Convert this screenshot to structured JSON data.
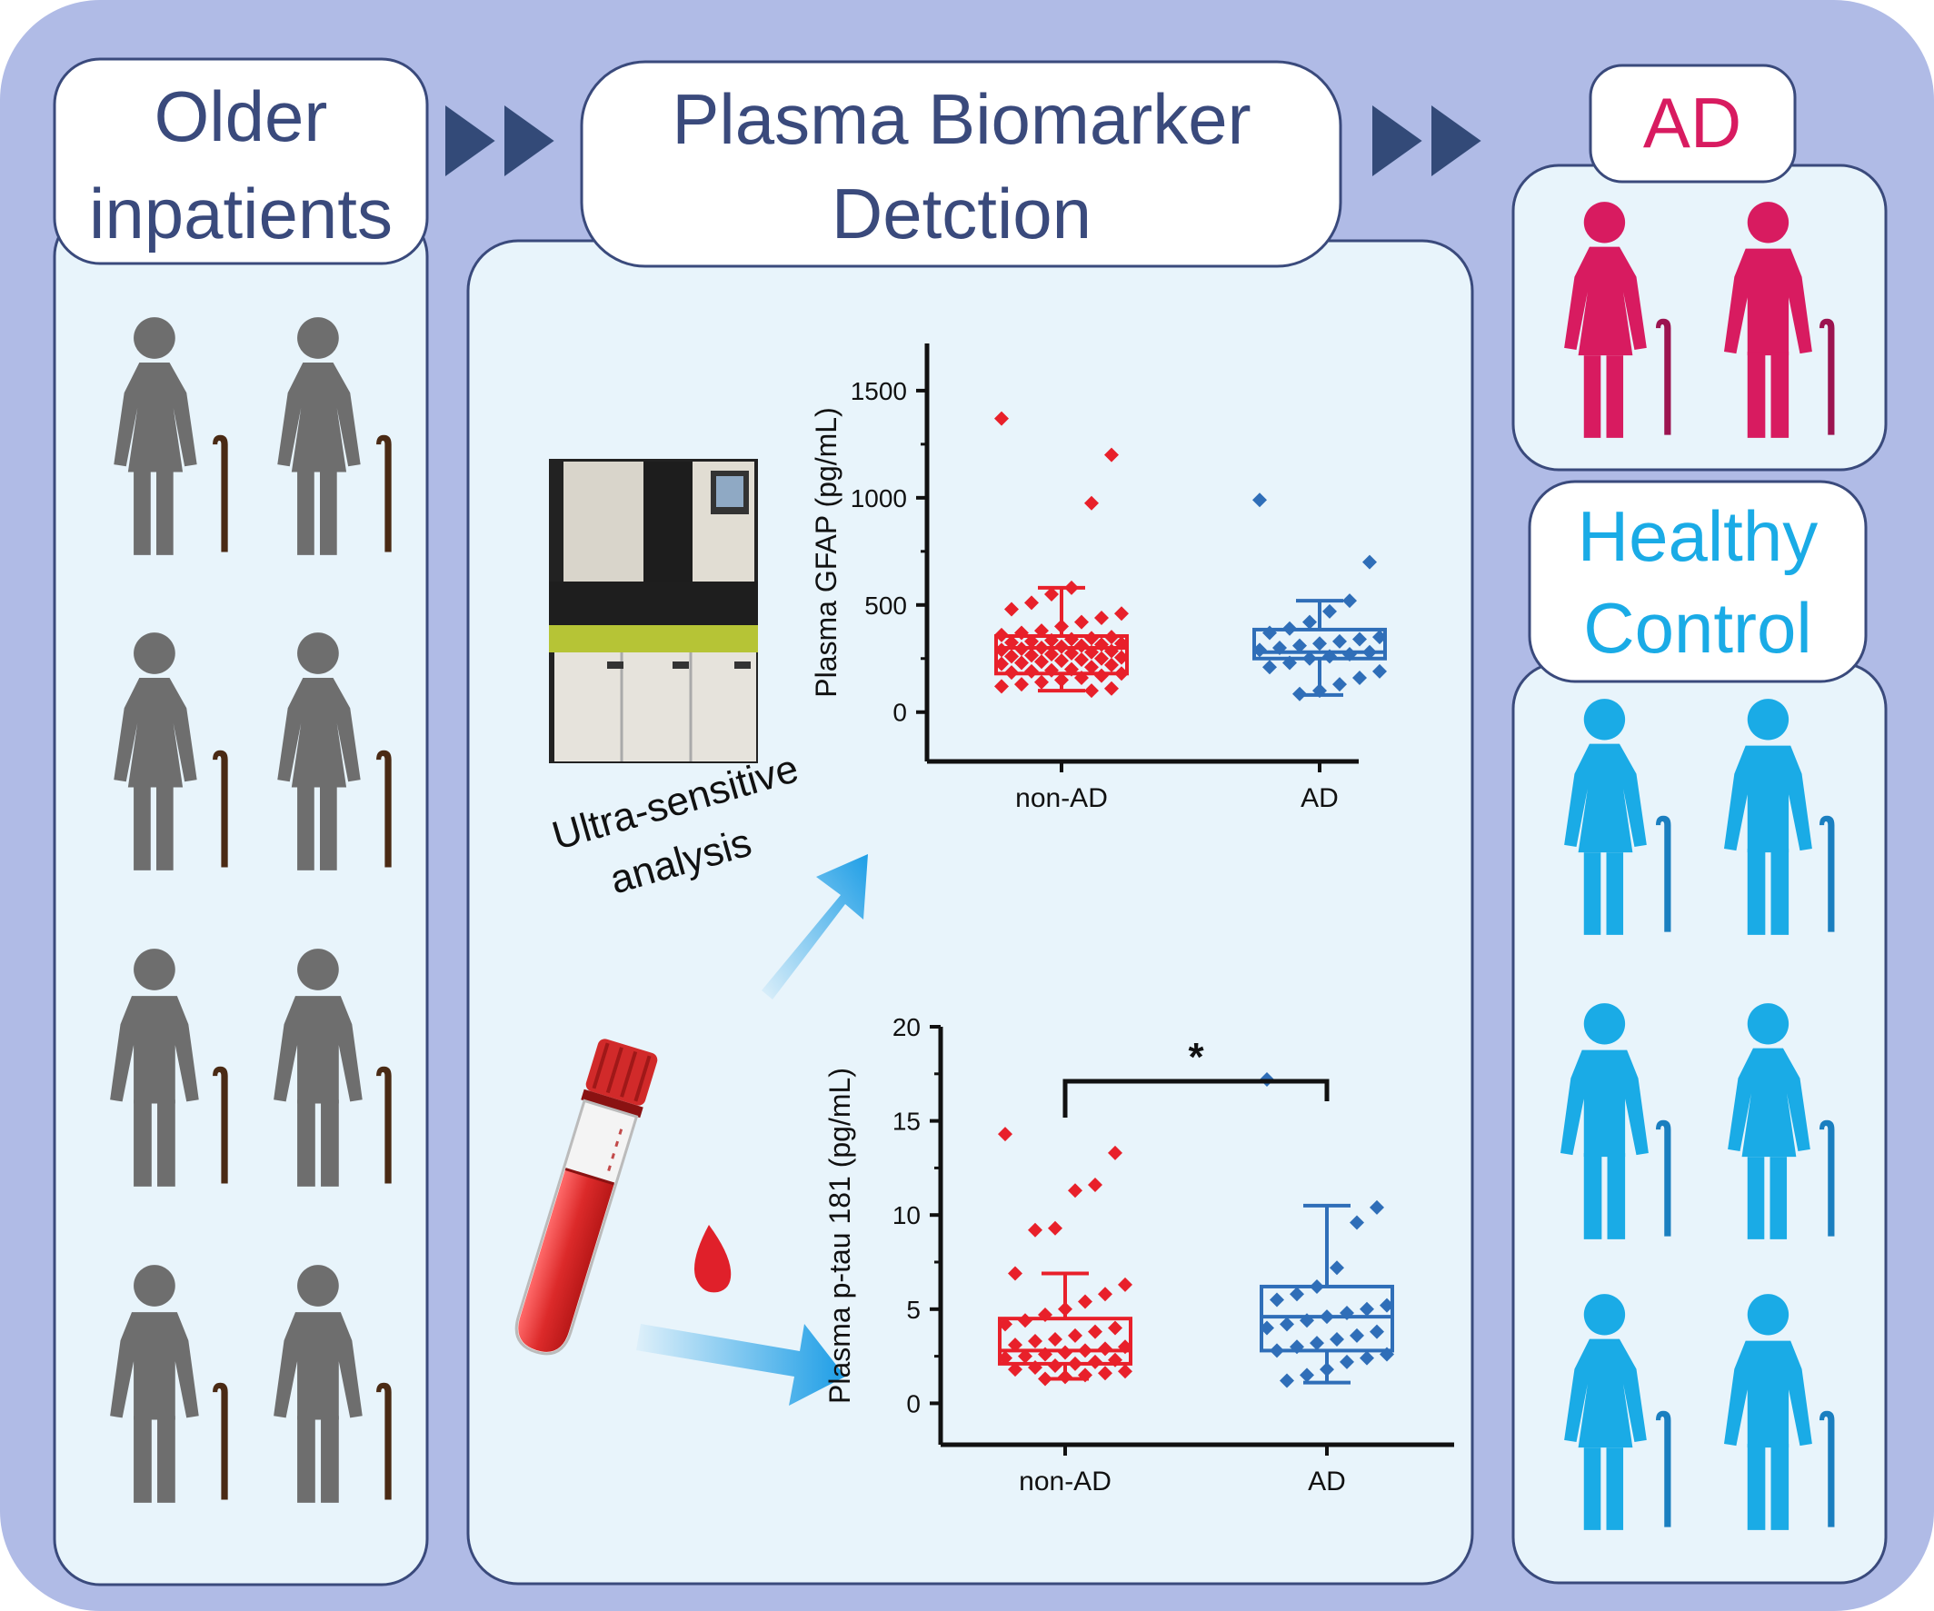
{
  "colors": {
    "outer_bg": "#b0bbe6",
    "panel_bg": "#e8f4fb",
    "title_text": "#3a4a7c",
    "chevron": "#334a78",
    "person_gray": "#6e6e6e",
    "cane_brown": "#4a2a14",
    "ad_pink": "#d81b60",
    "ad_cane": "#9c1450",
    "healthy_blue": "#1aabe6",
    "healthy_cane": "#1a7fc0",
    "nonad_red": "#e8202a",
    "ad_blue": "#2f6eb8",
    "tube_red": "#dc2a2a"
  },
  "left": {
    "title_line1": "Older",
    "title_line2": "inpatients",
    "people_icon": "elderly-person-with-cane-icon"
  },
  "center": {
    "title_line1": "Plasma Biomarker",
    "title_line2": "Detction",
    "analyzer_icon": "analyzer-machine-icon",
    "tube_icon": "blood-tube-icon",
    "drop_icon": "blood-drop-icon",
    "analysis_line1": "Ultra-sensitive",
    "analysis_line2": "analysis"
  },
  "right": {
    "ad_title": "AD",
    "healthy_line1": "Healthy",
    "healthy_line2": "Control"
  },
  "chart_data": [
    {
      "type": "box",
      "ylabel": "Plasma GFAP (pg/mL)",
      "categories": [
        "non-AD",
        "AD"
      ],
      "yticks": [
        "0",
        "500",
        "1000",
        "1500"
      ],
      "ylim": [
        -230,
        1720
      ],
      "boxes": [
        {
          "name": "non-AD",
          "whisker_low": 100,
          "q1": 180,
          "median": 300,
          "q3": 355,
          "whisker_high": 580,
          "points": [
            1370,
            1200,
            975,
            580,
            550,
            510,
            480,
            460,
            440,
            420,
            400,
            380,
            370,
            360,
            350,
            345,
            340,
            335,
            330,
            325,
            320,
            315,
            310,
            305,
            300,
            295,
            290,
            285,
            280,
            275,
            270,
            265,
            260,
            255,
            250,
            245,
            240,
            235,
            230,
            225,
            220,
            210,
            200,
            195,
            190,
            185,
            180,
            170,
            160,
            150,
            140,
            130,
            120,
            110,
            100
          ]
        },
        {
          "name": "AD",
          "whisker_low": 80,
          "q1": 250,
          "median": 280,
          "q3": 385,
          "whisker_high": 520,
          "points": [
            990,
            700,
            520,
            470,
            420,
            390,
            370,
            350,
            340,
            330,
            320,
            310,
            300,
            290,
            280,
            270,
            260,
            250,
            230,
            210,
            190,
            160,
            130,
            100,
            85
          ]
        }
      ]
    },
    {
      "type": "box",
      "ylabel": "Plasma p-tau 181 (pg/mL)",
      "categories": [
        "non-AD",
        "AD"
      ],
      "yticks": [
        "0",
        "5",
        "10",
        "15",
        "20"
      ],
      "ylim": [
        -2.2,
        20
      ],
      "significance": "*",
      "boxes": [
        {
          "name": "non-AD",
          "whisker_low": 1.3,
          "q1": 2.1,
          "median": 2.8,
          "q3": 4.5,
          "whisker_high": 6.9,
          "points": [
            14.3,
            13.3,
            11.6,
            11.3,
            9.3,
            9.2,
            6.9,
            6.3,
            5.8,
            5.4,
            5.0,
            4.7,
            4.4,
            4.2,
            4.0,
            3.8,
            3.6,
            3.4,
            3.3,
            3.1,
            3.0,
            2.9,
            2.8,
            2.7,
            2.6,
            2.5,
            2.4,
            2.3,
            2.2,
            2.1,
            2.0,
            1.9,
            1.8,
            1.7,
            1.6,
            1.5,
            1.4,
            1.3
          ]
        },
        {
          "name": "AD",
          "whisker_low": 1.1,
          "q1": 2.8,
          "median": 4.6,
          "q3": 6.2,
          "whisker_high": 10.5,
          "points": [
            17.2,
            10.4,
            9.6,
            7.2,
            6.2,
            5.8,
            5.5,
            5.2,
            5.0,
            4.8,
            4.6,
            4.4,
            4.2,
            4.0,
            3.8,
            3.6,
            3.4,
            3.2,
            3.0,
            2.8,
            2.6,
            2.4,
            2.2,
            1.8,
            1.5,
            1.2
          ]
        }
      ]
    }
  ]
}
